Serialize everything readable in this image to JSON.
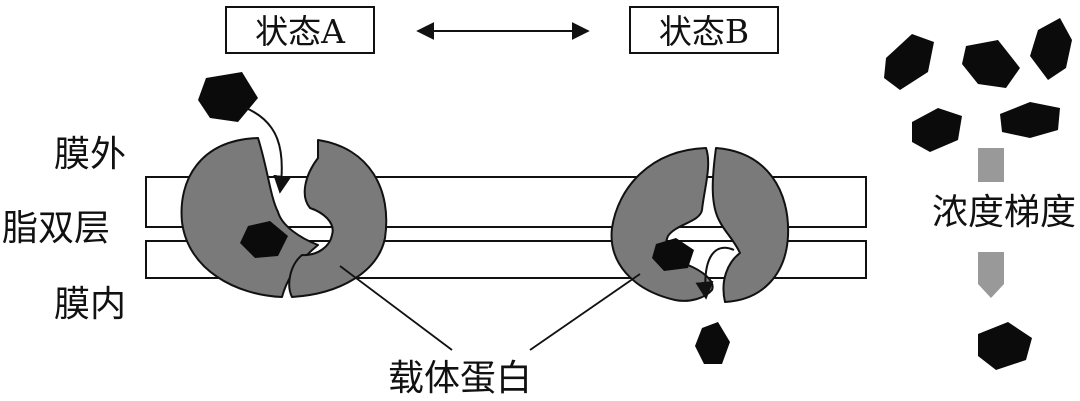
{
  "states": {
    "a": "状态A",
    "b": "状态B"
  },
  "labels": {
    "outer": "膜外",
    "bilayer": "脂双层",
    "inner": "膜内",
    "gradient": "浓度梯度",
    "carrier": "载体蛋白"
  },
  "colors": {
    "protein": "#7a7a7a",
    "molecule": "#0b0b0b",
    "arrow": "#999999",
    "ink": "#111111"
  }
}
